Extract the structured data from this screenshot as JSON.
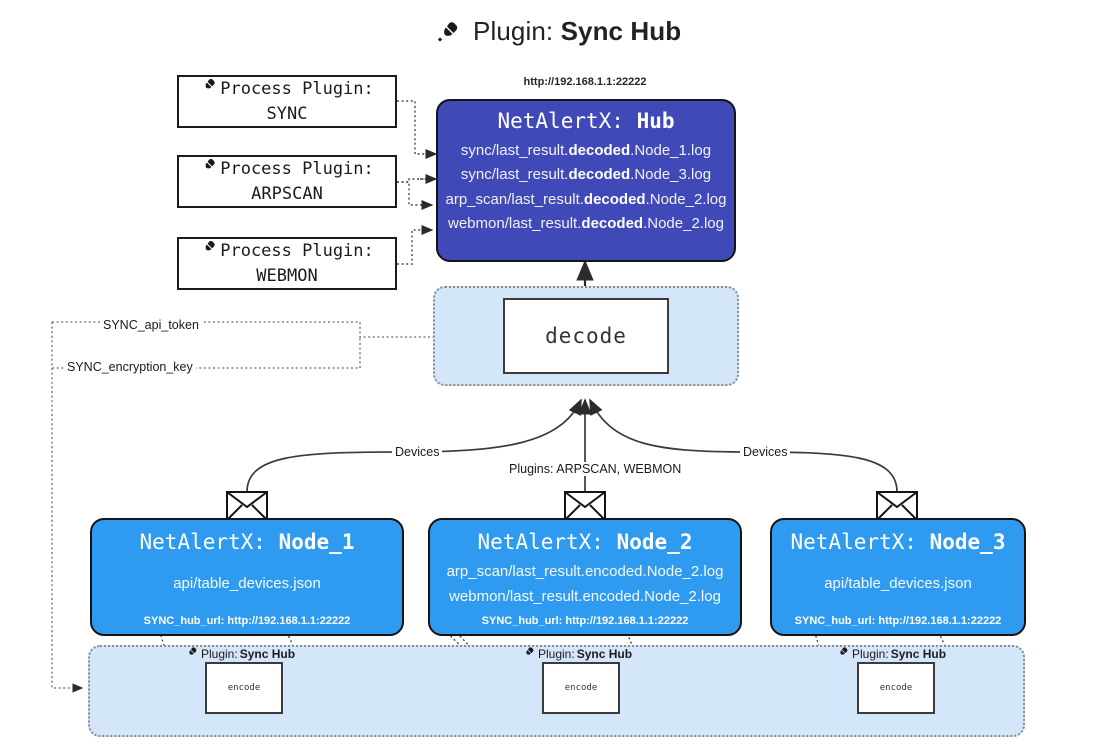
{
  "header": {
    "icon": "plug-icon",
    "prefix": "Plugin:",
    "title": "Sync Hub"
  },
  "process_plugins": [
    {
      "icon": "plug-icon",
      "line1": "Process Plugin:",
      "line2": "SYNC"
    },
    {
      "icon": "plug-icon",
      "line1": "Process Plugin:",
      "line2": "ARPSCAN"
    },
    {
      "icon": "plug-icon",
      "line1": "Process Plugin:",
      "line2": "WEBMON"
    }
  ],
  "hub": {
    "url": "http://192.168.1.1:22222",
    "title_prefix": "NetAlertX:",
    "title_name": "Hub",
    "rows": [
      {
        "pre": "sync/last_result.",
        "strong": "decoded",
        "post": ".Node_1.log"
      },
      {
        "pre": "sync/last_result.",
        "strong": "decoded",
        "post": ".Node_3.log"
      },
      {
        "pre": "arp_scan/last_result.",
        "strong": "decoded",
        "post": ".Node_2.log"
      },
      {
        "pre": "webmon/last_result.",
        "strong": "decoded",
        "post": ".Node_2.log"
      }
    ]
  },
  "decode": {
    "label": "decode"
  },
  "secrets": [
    {
      "label": "SYNC_api_token"
    },
    {
      "label": "SYNC_encryption_key"
    }
  ],
  "edge_labels": {
    "devices_left": "Devices",
    "devices_right": "Devices",
    "plugins_mid": "Plugins: ARPSCAN, WEBMON"
  },
  "nodes": [
    {
      "icon": "envelope-icon",
      "title_prefix": "NetAlertX:",
      "title_name": "Node_1",
      "lines": [
        "api/table_devices.json"
      ],
      "footer": "SYNC_hub_url: http://192.168.1.1:22222"
    },
    {
      "icon": "envelope-icon",
      "title_prefix": "NetAlertX:",
      "title_name": "Node_2",
      "lines": [
        "arp_scan/last_result.encoded.Node_2.log",
        "webmon/last_result.encoded.Node_2.log"
      ],
      "footer": "SYNC_hub_url: http://192.168.1.1:22222"
    },
    {
      "icon": "envelope-icon",
      "title_prefix": "NetAlertX:",
      "title_name": "Node_3",
      "lines": [
        "api/table_devices.json"
      ],
      "footer": "SYNC_hub_url: http://192.168.1.1:22222"
    }
  ],
  "encoders": [
    {
      "icon": "plug-icon",
      "caption_prefix": "Plugin:",
      "caption_name": "Sync Hub",
      "label": "encode"
    },
    {
      "icon": "plug-icon",
      "caption_prefix": "Plugin:",
      "caption_name": "Sync Hub",
      "label": "encode"
    },
    {
      "icon": "plug-icon",
      "caption_prefix": "Plugin:",
      "caption_name": "Sync Hub",
      "label": "encode"
    }
  ],
  "colors": {
    "hub_fill": "#4049b8",
    "node_fill": "#2f9bf0",
    "group_fill": "#d4e6f9",
    "stroke": "#1b1b1b",
    "page_bg": "#ffffff"
  }
}
